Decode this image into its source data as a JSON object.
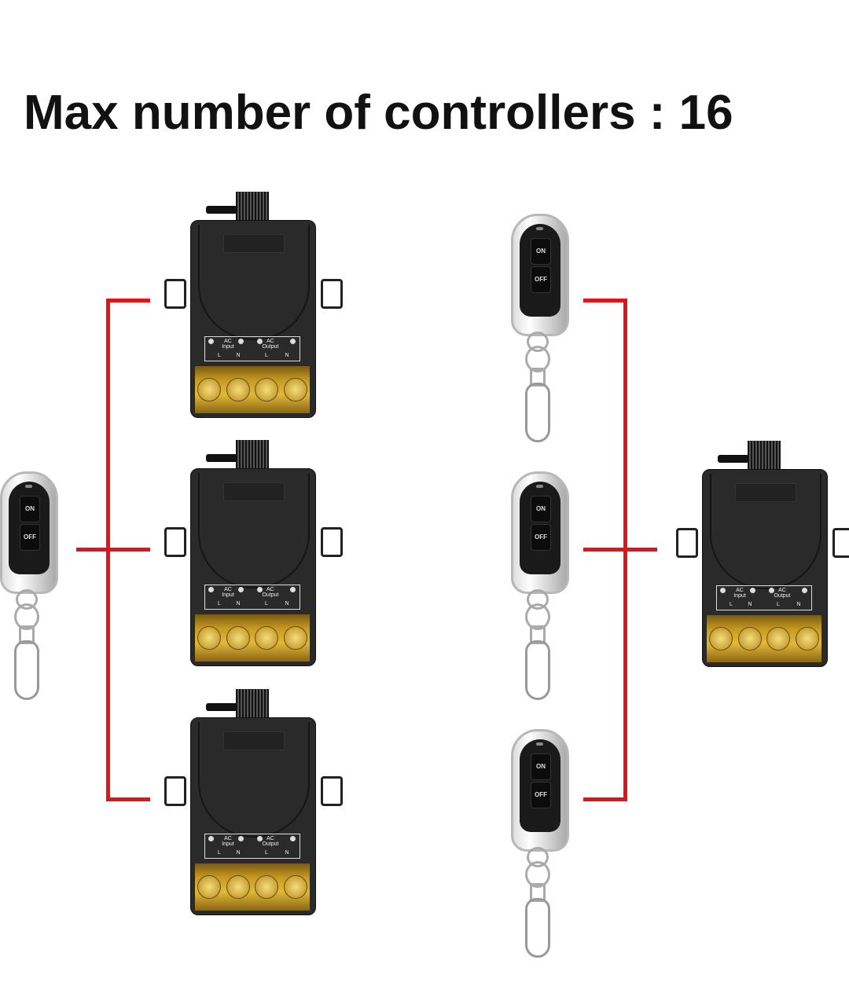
{
  "title": "Max number of controllers : 16",
  "remote": {
    "on_label": "ON",
    "off_label": "OFF"
  },
  "relay": {
    "input_label": "AC Input",
    "output_label": "AC Output",
    "l_label": "L",
    "n_label": "N"
  },
  "colors": {
    "connector_line": "#e0141b",
    "relay_body": "#2a2a2a",
    "terminal": "#d4a92a"
  },
  "groups": [
    {
      "name": "one-remote-to-three-receivers",
      "remotes": 1,
      "receivers": 3
    },
    {
      "name": "three-remotes-to-one-receiver",
      "remotes": 3,
      "receivers": 1
    }
  ]
}
